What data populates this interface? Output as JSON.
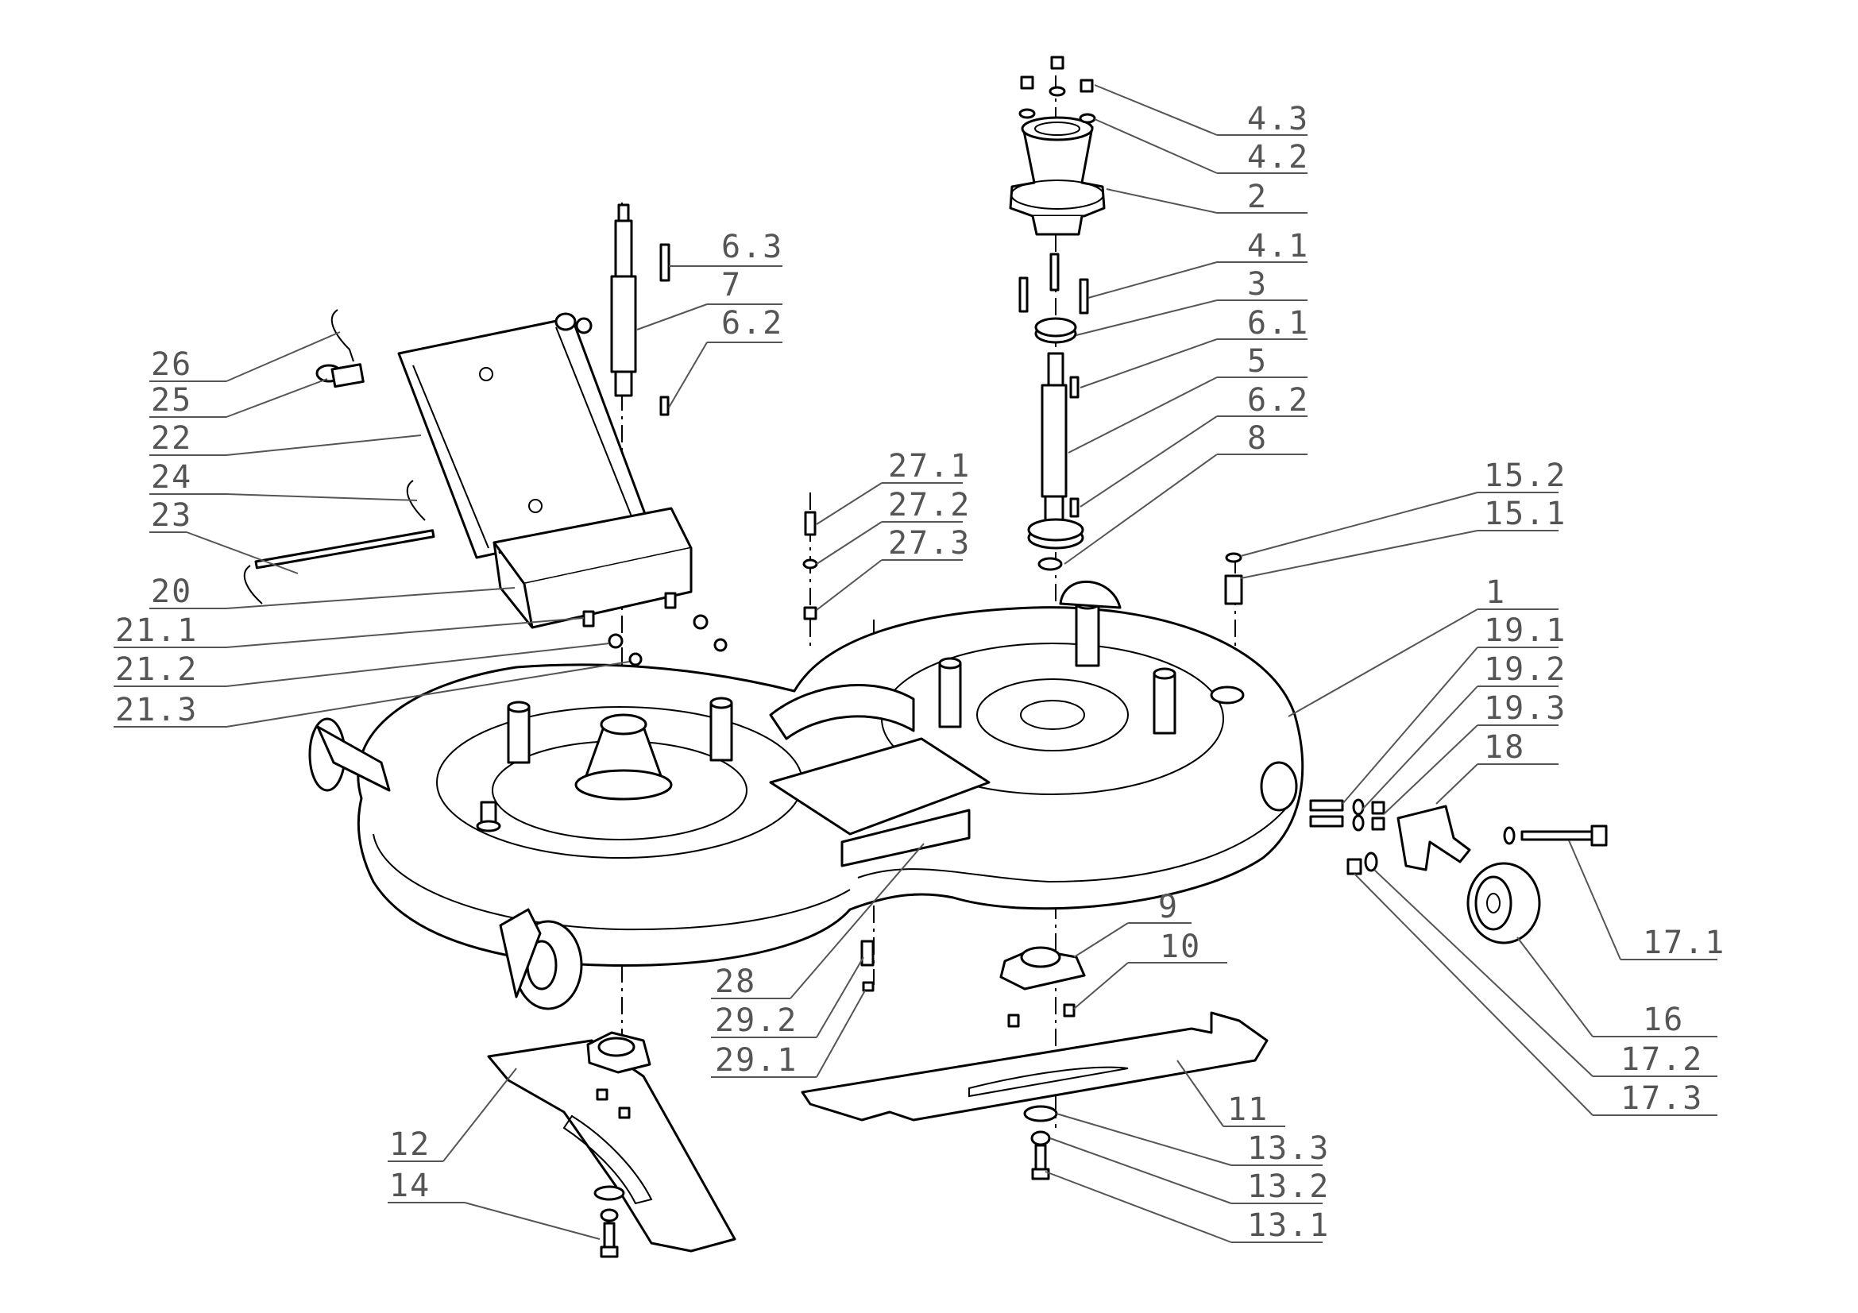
{
  "callouts": {
    "c4_3": "4.3",
    "c4_2": "4.2",
    "c2": "2",
    "c4_1": "4.1",
    "c3": "3",
    "c6_1": "6.1",
    "c5": "5",
    "c6_2_right": "6.2",
    "c8": "8",
    "c6_3": "6.3",
    "c7": "7",
    "c6_2_left": "6.2",
    "c26": "26",
    "c25": "25",
    "c22": "22",
    "c24": "24",
    "c23": "23",
    "c20": "20",
    "c21_1": "21.1",
    "c21_2": "21.2",
    "c21_3": "21.3",
    "c27_1": "27.1",
    "c27_2": "27.2",
    "c27_3": "27.3",
    "c15_2": "15.2",
    "c15_1": "15.1",
    "c1": "1",
    "c19_1": "19.1",
    "c19_2": "19.2",
    "c19_3": "19.3",
    "c18": "18",
    "c17_1": "17.1",
    "c16": "16",
    "c17_2": "17.2",
    "c17_3": "17.3",
    "c9": "9",
    "c10": "10",
    "c28": "28",
    "c29_2": "29.2",
    "c29_1": "29.1",
    "c11": "11",
    "c12": "12",
    "c13_3": "13.3",
    "c13_2": "13.2",
    "c13_1": "13.1",
    "c14": "14"
  },
  "icons": {
    "deck": "mower-deck-icon",
    "blade": "blade-icon",
    "spindle": "spindle-housing-icon",
    "wheel": "wheel-icon"
  }
}
